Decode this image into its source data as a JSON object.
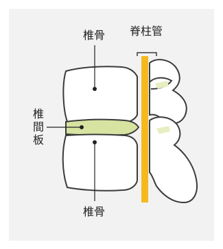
{
  "labels": {
    "bone_top": "椎骨",
    "spinal_canal": "脊柱管",
    "disc_line1": "椎",
    "disc_line2": "間",
    "disc_line3": "板",
    "bone_bottom": "椎骨"
  },
  "colors": {
    "background": "#f2f2f2",
    "bone_fill": "#ffffff",
    "outline": "#3a3a3a",
    "disc_fill": "#d7e3a1",
    "spinal_canal": "#f4b91f"
  }
}
